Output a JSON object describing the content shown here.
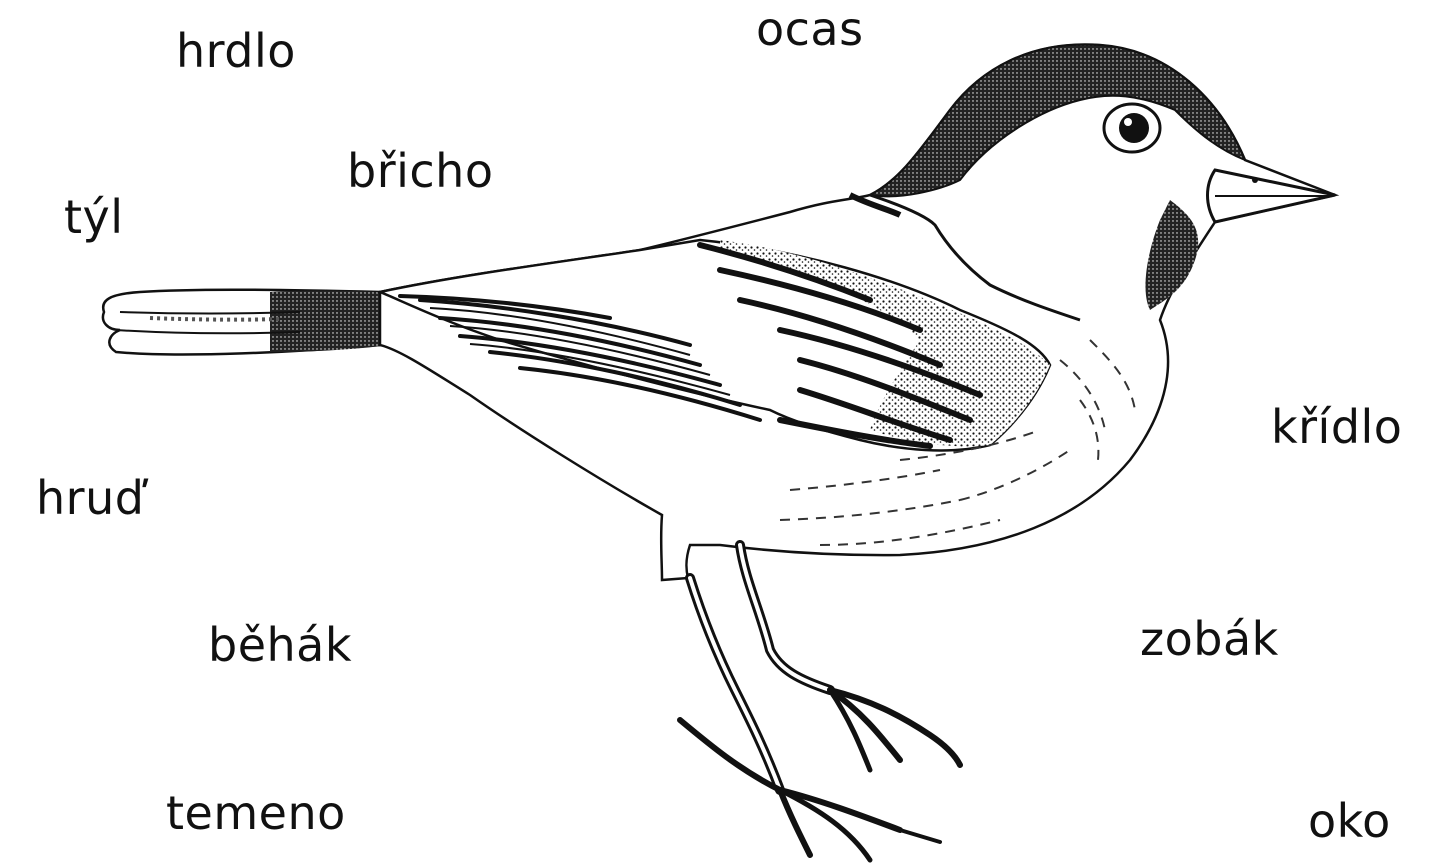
{
  "labels": {
    "hrdlo": "hrdlo",
    "ocas": "ocas",
    "bricho": "břicho",
    "tyl": "týl",
    "kridlo": "křídlo",
    "hrud": "hruď",
    "behak": "běhák",
    "zobak": "zobák",
    "temeno": "temeno",
    "oko": "oko"
  },
  "illustration": {
    "subject": "bird-drawing",
    "colors": {
      "ink": "#111111",
      "background": "#ffffff"
    }
  }
}
